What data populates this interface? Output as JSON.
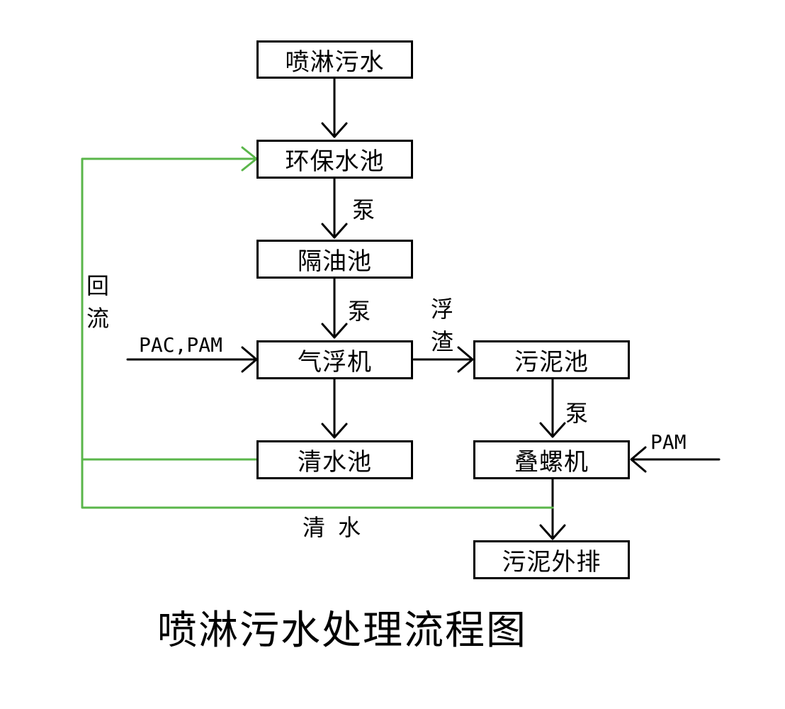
{
  "boxes": {
    "spray_water": "喷淋污水",
    "env_tank": "环保水池",
    "oil_separator": "隔油池",
    "air_flotation": "气浮机",
    "clear_tank": "清水池",
    "sludge_tank": "污泥池",
    "screw_press": "叠螺机",
    "sludge_out": "污泥外排"
  },
  "labels": {
    "pump_1": "泵",
    "pump_2": "泵",
    "pump_3": "泵",
    "scum": "浮渣",
    "reflux": "回流",
    "chem_in_left": "PAC,PAM",
    "chem_in_right": "PAM",
    "clear_water": "清 水"
  },
  "caption": "喷淋污水处理流程图",
  "colors": {
    "line": "#000000",
    "return_line": "#5ab64a"
  }
}
